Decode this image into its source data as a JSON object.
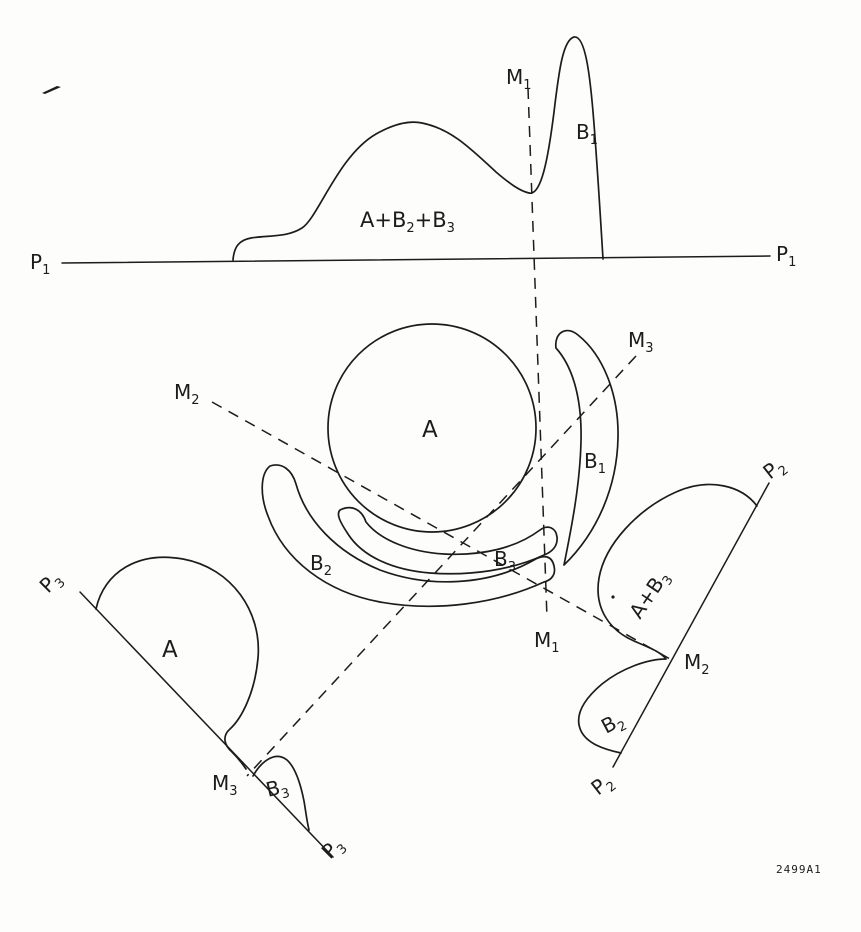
{
  "theme": {
    "ink": "#1c1c1c",
    "paper": "#fdfdfc"
  },
  "figure": {
    "id_code": "2499A1"
  },
  "object": {
    "disc_label": "A",
    "b1": {
      "base": "B",
      "sub": "1"
    },
    "b2": {
      "base": "B",
      "sub": "2"
    },
    "b3": {
      "base": "B",
      "sub": "3"
    }
  },
  "directions": {
    "m1_top": {
      "base": "M",
      "sub": "1"
    },
    "m1_bottom": {
      "base": "M",
      "sub": "1"
    },
    "m2_left": {
      "base": "M",
      "sub": "2"
    },
    "m2_right": {
      "base": "M",
      "sub": "2"
    },
    "m3_top": {
      "base": "M",
      "sub": "3"
    },
    "m3_bottom": {
      "base": "M",
      "sub": "3"
    }
  },
  "projection1": {
    "plane_left": {
      "base": "P",
      "sub": "1"
    },
    "plane_right": {
      "base": "P",
      "sub": "1"
    },
    "sum": {
      "s0": "A+B",
      "s1": "2",
      "s2": "+B",
      "s3": "3"
    },
    "peak": {
      "base": "B",
      "sub": "1"
    }
  },
  "projection2": {
    "plane_top": {
      "base": "P",
      "sub": "2"
    },
    "plane_bottom": {
      "base": "P",
      "sub": "2"
    },
    "sum": {
      "s0": "A+B",
      "s1": "3"
    },
    "lobe_b2": {
      "base": "B",
      "sub": "2"
    }
  },
  "projection3": {
    "plane_top": {
      "base": "P",
      "sub": "3"
    },
    "plane_bottom": {
      "base": "P",
      "sub": "3"
    },
    "lobe_a": "A",
    "lobe_b3": {
      "base": "B",
      "sub": "3"
    }
  }
}
